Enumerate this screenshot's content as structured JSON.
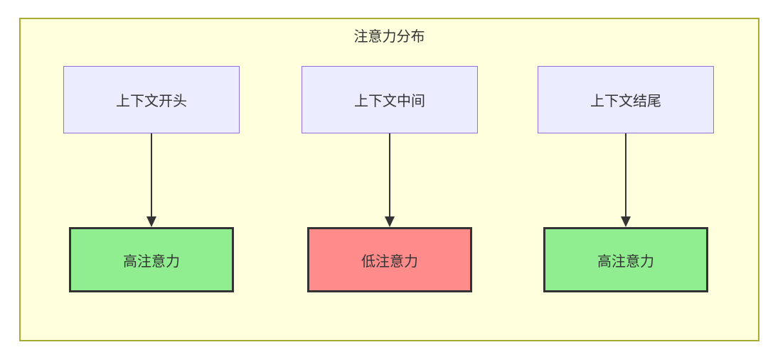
{
  "diagram": {
    "title": "注意力分布",
    "columns": [
      {
        "source": "上下文开头",
        "target": "高注意力",
        "type": "high"
      },
      {
        "source": "上下文中间",
        "target": "低注意力",
        "type": "low"
      },
      {
        "source": "上下文结尾",
        "target": "高注意力",
        "type": "high"
      }
    ],
    "colors": {
      "canvas-fill": "#ffffde",
      "canvas-border": "#aaaa33",
      "source-fill": "#ececff",
      "source-border": "#9370db",
      "high-fill": "#90ee90",
      "low-fill": "#ff8b8b",
      "target-border": "#333333",
      "arrow": "#333333",
      "text": "#333333"
    }
  }
}
